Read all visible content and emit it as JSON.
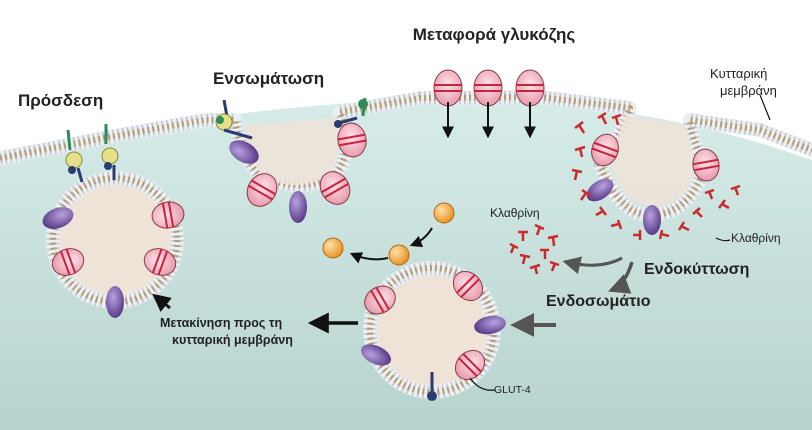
{
  "labels": {
    "glucose_transport": "Μεταφορά γλυκόζης",
    "binding": "Πρόσδεση",
    "incorporation": "Ενσωμάτωση",
    "cell_membrane_line1": "Κυτταρική",
    "cell_membrane_line2": "μεμβράνη",
    "clathrin_1": "Κλαθρίνη",
    "clathrin_2": "Κλαθρίνη",
    "endocytosis": "Ενδοκύττωση",
    "endosome": "Ενδοσωμάτιο",
    "movement_line1": "Μετακίνηση προς τη",
    "movement_line2": "κυτταρική μεμβράνη",
    "glut4": "GLUT-4"
  },
  "colors": {
    "cytoplasm": "#cfe3df",
    "membrane_head": "#e9ecef",
    "membrane_tail": "#c29a55",
    "vesicle_lumen": "#efe3d8",
    "transporter_pink": "#f2b6c3",
    "transporter_red": "#c8233f",
    "protein_purple": "#7a5aa6",
    "clathrin": "#cc2a2a",
    "glucose": "#f0a23c",
    "receptor_yellow": "#e6e08a",
    "receptor_green": "#2e8b57",
    "receptor_navy": "#2b3b73",
    "text": "#222222"
  }
}
